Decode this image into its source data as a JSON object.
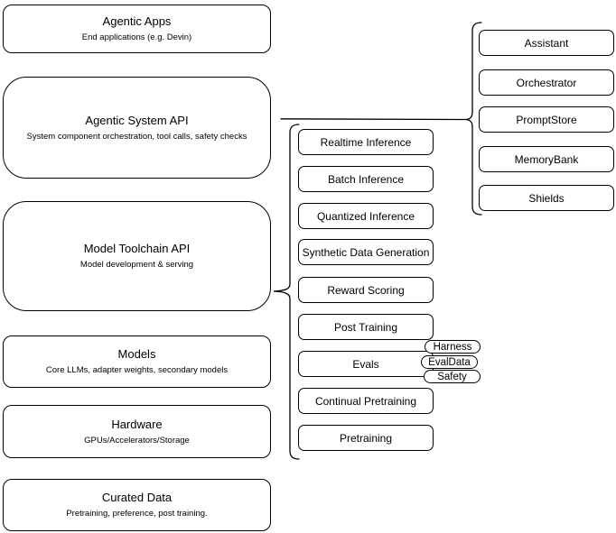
{
  "diagram": {
    "left_column": [
      {
        "title": "Agentic Apps",
        "subtitle": "End applications (e.g. Devin)"
      },
      {
        "title": "Agentic System API",
        "subtitle": "System component orchestration, tool calls, safety checks"
      },
      {
        "title": "Model Toolchain API",
        "subtitle": "Model development & serving"
      },
      {
        "title": "Models",
        "subtitle": "Core LLMs, adapter weights, secondary models"
      },
      {
        "title": "Hardware",
        "subtitle": "GPUs/Accelerators/Storage"
      },
      {
        "title": "Curated Data",
        "subtitle": "Pretraining, preference, post training."
      }
    ],
    "toolchain_components": [
      "Realtime Inference",
      "Batch Inference",
      "Quantized Inference",
      "Synthetic Data Generation",
      "Reward Scoring",
      "Post Training",
      "Evals",
      "Continual Pretraining",
      "Pretraining"
    ],
    "evals_tags": [
      "Harness",
      "EvalData",
      "Safety"
    ],
    "system_components": [
      "Assistant",
      "Orchestrator",
      "PromptStore",
      "MemoryBank",
      "Shields"
    ],
    "colors": {
      "stroke": "#000000",
      "background": "#ffffff",
      "text": "#000000"
    }
  }
}
